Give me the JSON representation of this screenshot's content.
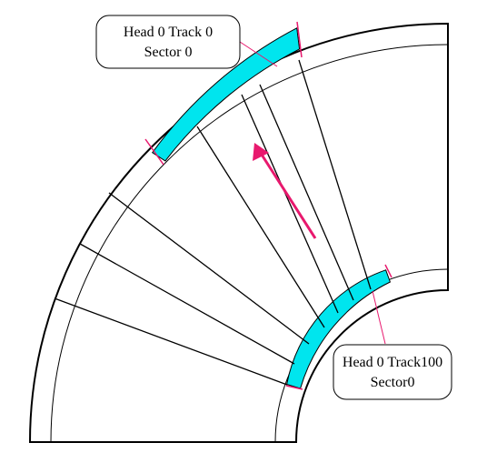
{
  "callouts": {
    "outer": {
      "line1": "Head 0 Track 0",
      "line2": "Sector 0"
    },
    "inner": {
      "line1": "Head 0 Track100",
      "line2": "Sector0"
    }
  },
  "colors": {
    "stroke": "#000000",
    "highlight": "#00e5ee",
    "accent": "#e8196e",
    "background": "#ffffff"
  },
  "icons": {
    "direction": "arrow-icon"
  }
}
